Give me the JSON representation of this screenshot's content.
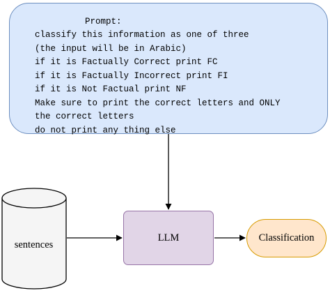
{
  "prompt": {
    "heading": "Prompt:",
    "lines": [
      "classify this information as one of three",
      "(the input will be in Arabic)",
      "if it is Factually Correct print FC",
      "if it is Factually Incorrect print FI",
      "if it is Not Factual print NF",
      "Make sure to print the correct letters and ONLY",
      "the correct letters",
      "do not print any thing else"
    ]
  },
  "nodes": {
    "sentences": "sentences",
    "llm": "LLM",
    "classification": "Classification"
  },
  "colors": {
    "prompt_fill": "#dae8fc",
    "prompt_stroke": "#6c8ebf",
    "llm_fill": "#e1d5e7",
    "llm_stroke": "#9673a6",
    "class_fill": "#ffe6cc",
    "class_stroke": "#d79b00",
    "db_fill": "#f5f5f5",
    "line": "#000000"
  }
}
